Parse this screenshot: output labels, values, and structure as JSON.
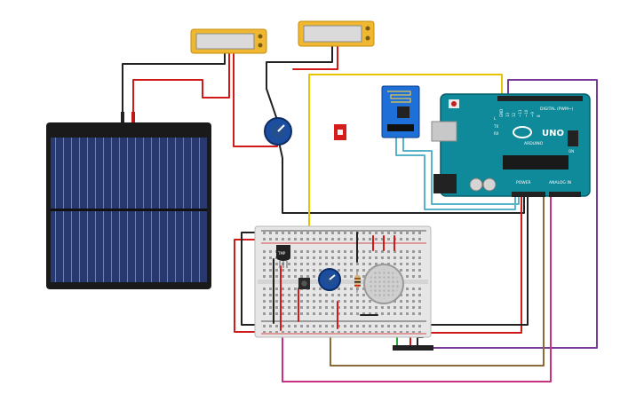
{
  "diagram": {
    "arduino": {
      "brand": "UNO",
      "subbrand": "ARDUINO",
      "digital_header": "DIGITAL (PWM~)",
      "power_header": "POWER",
      "analog_header": "ANALOG IN",
      "side_labels": [
        "GND",
        "13",
        "12",
        "~11",
        "~10",
        "~9",
        "8"
      ],
      "tx_label": "TX",
      "rx_label": "RX",
      "on_label": "ON",
      "l_label": "L"
    },
    "sensor_chip_label": "TMP",
    "colors": {
      "yellow_wire": "#e8c400",
      "red_wire": "#d11a1a",
      "black_wire": "#222222",
      "purple_wire": "#7a3a9a",
      "brown_wire": "#8b6a3a",
      "pink_wire": "#c9307f",
      "cyan_wire": "#59b3c8",
      "green_wire": "#2aa83a",
      "arduino_teal": "#0e8a9a",
      "lcd_frame": "#f0b830",
      "solar_blue": "#26386b",
      "pot_blue": "#1b4ea1",
      "wifi_blue": "#1f6fd8"
    }
  }
}
